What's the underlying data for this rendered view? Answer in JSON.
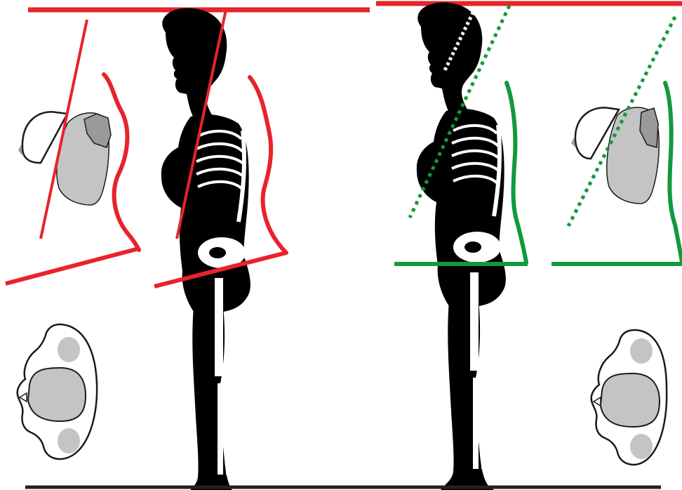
{
  "figure": {
    "panels": [
      {
        "id": "poor-posture",
        "line_color": "#e8232a",
        "line_style": "solid"
      },
      {
        "id": "good-posture",
        "line_color": "#119a3c",
        "line_style": "dotted"
      }
    ],
    "colors": {
      "silhouette": "#000000",
      "bone": "#ffffff",
      "organ_fill": "#c4c4c4",
      "organ_dark": "#9a9a9a",
      "outline": "#1a1a1a",
      "ground": "#222222",
      "head_guide_good": "#ffffff"
    },
    "icons": [
      "head-top-view-icon",
      "torso-top-view-icon",
      "skeleton-silhouette-icon"
    ]
  }
}
